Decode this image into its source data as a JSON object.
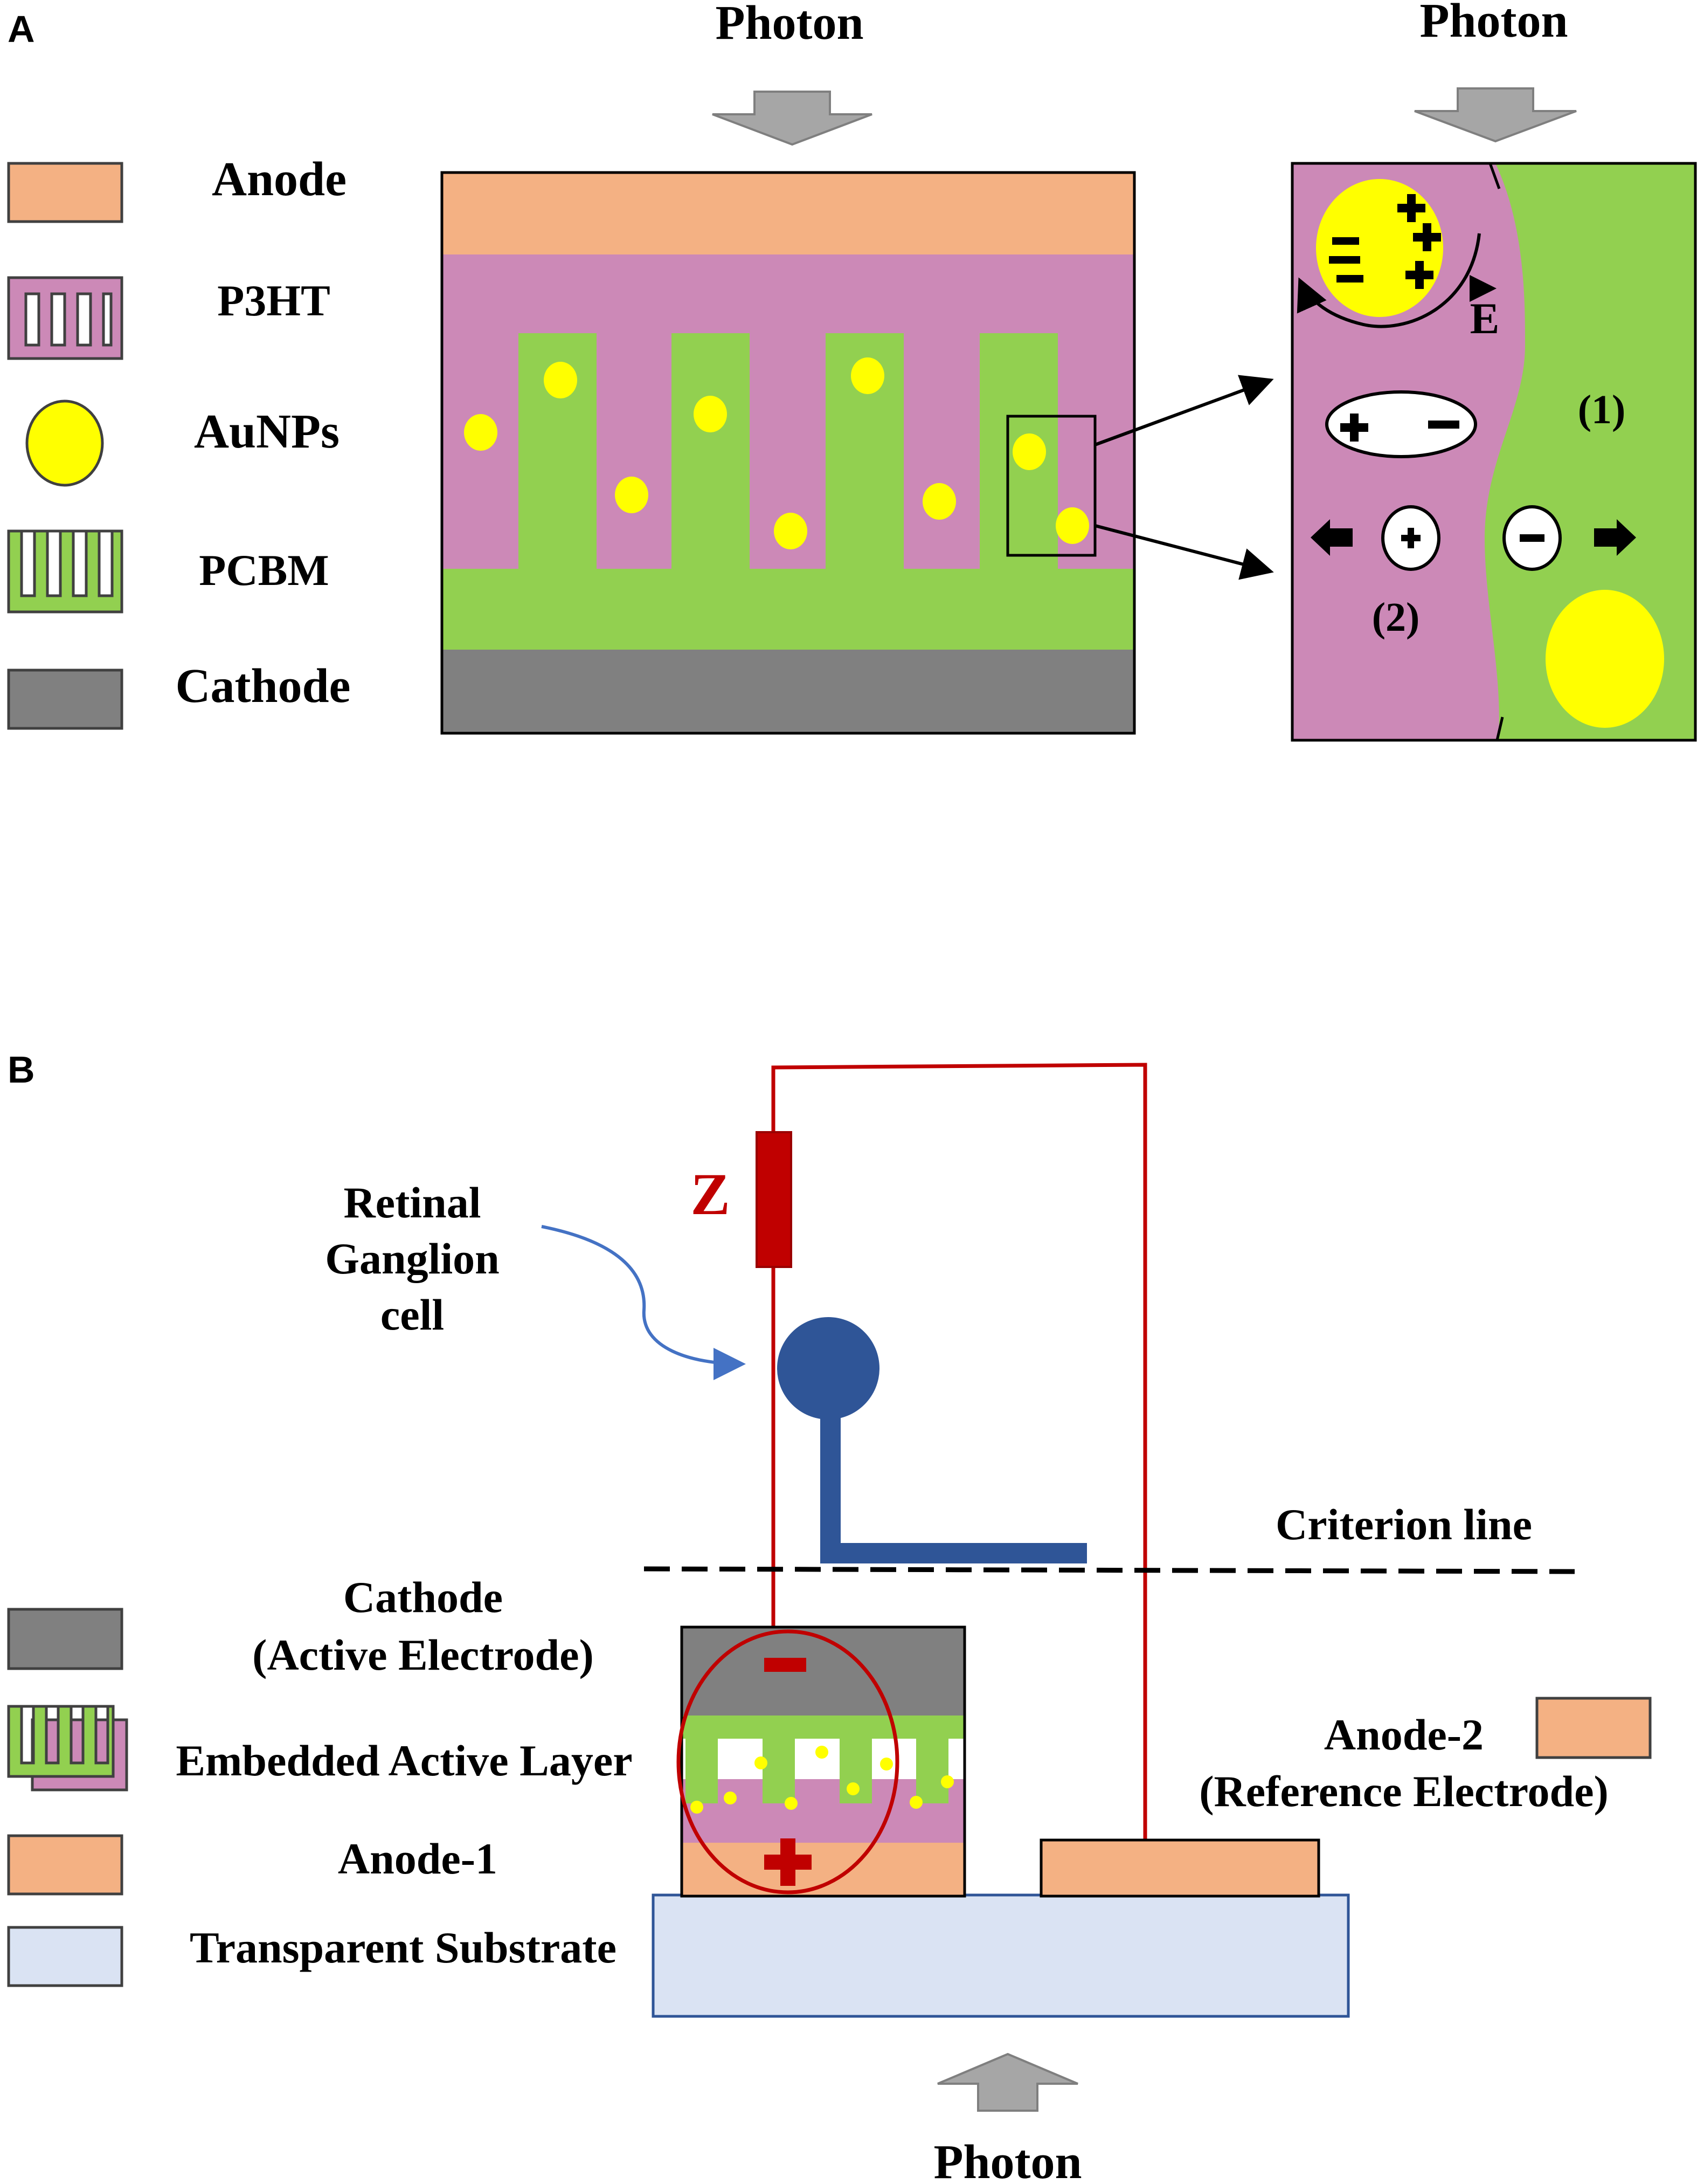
{
  "panels": {
    "a": "A",
    "b": "B"
  },
  "colors": {
    "anode": "#F4B183",
    "p3ht": "#CC89B7",
    "aunp": "#FFFF00",
    "pcbm": "#92D050",
    "cathode": "#808080",
    "substrate": "#DAE3F3",
    "circuit": "#C00000",
    "neuron": "#2F5597",
    "arrow": "#A6A6A6"
  },
  "panel_a": {
    "photon_left": "Photon",
    "photon_right": "Photon",
    "legend": {
      "anode": "Anode",
      "p3ht": "P3HT",
      "aunps": "AuNPs",
      "pcbm": "PCBM",
      "cathode": "Cathode"
    },
    "zoom": {
      "label_1": "(1)",
      "label_2": "(2)",
      "field_symbol": "E"
    }
  },
  "panel_b": {
    "retinal_line1": "Retinal",
    "retinal_line2": "Ganglion",
    "retinal_line3": "cell",
    "z_label": "Z",
    "criterion": "Criterion line",
    "legend": {
      "cathode_line1": "Cathode",
      "cathode_line2": "(Active Electrode)",
      "active_layer": "Embedded Active Layer",
      "anode1": "Anode-1",
      "substrate": "Transparent Substrate"
    },
    "anode2_line1": "Anode-2",
    "anode2_line2": "(Reference Electrode)",
    "photon_bottom": "Photon"
  }
}
